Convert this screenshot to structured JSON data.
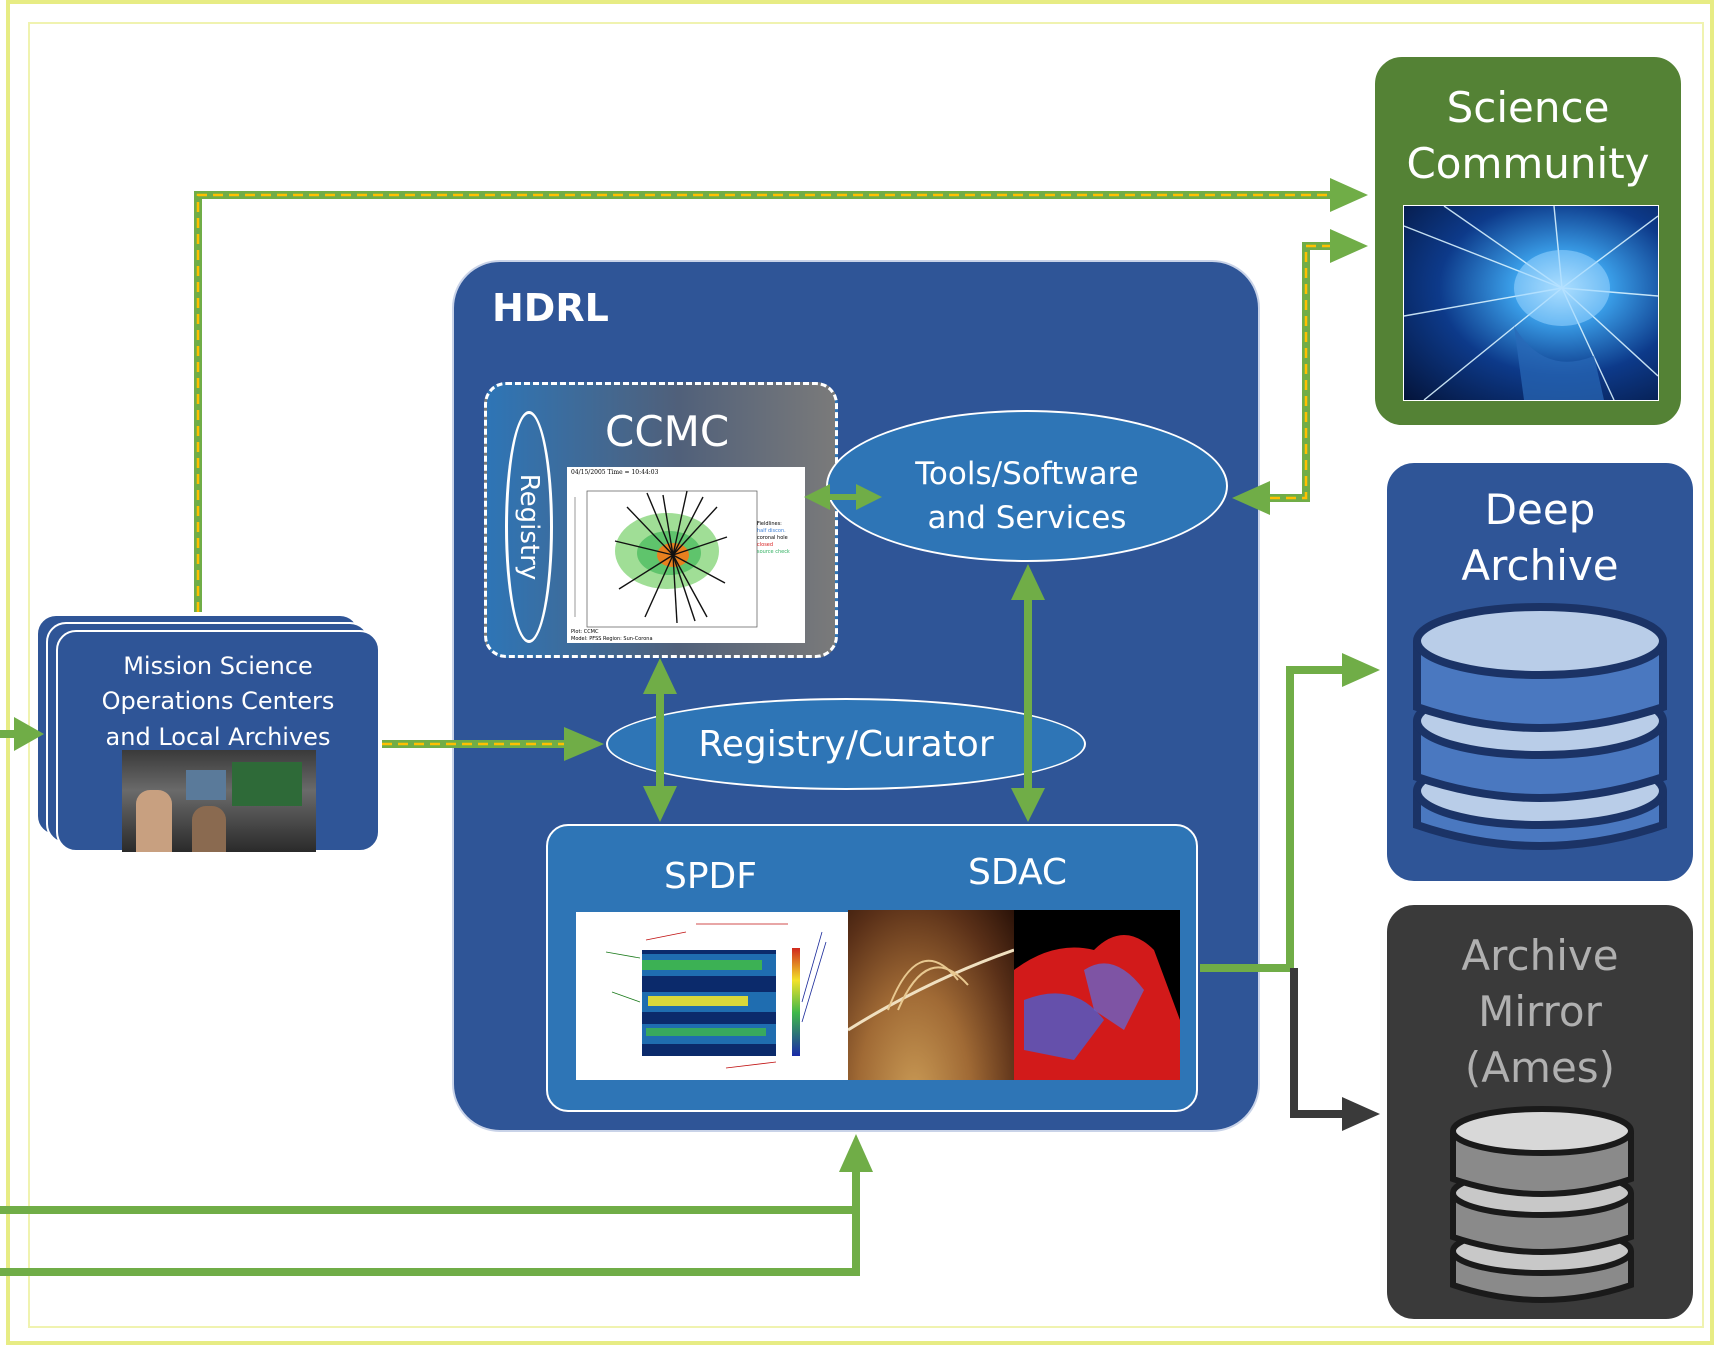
{
  "title": "",
  "hdrl": {
    "label": "HDRL"
  },
  "ccmc": {
    "title": "CCMC",
    "registry_label": "Registry",
    "plot_header": "04/15/2005 Time = 10:44:03",
    "plot_footer_1": "Plot: CCMC",
    "plot_footer_2": "Model: PFSS   Region: Sun-Corona",
    "legend_title": "Fieldlines:",
    "legend_items": [
      "half discon.",
      "coronal hole",
      "closed",
      "source check"
    ]
  },
  "tools": {
    "line1": "Tools/Software",
    "line2": "and Services"
  },
  "registry_curator": {
    "label": "Registry/Curator"
  },
  "spdf": {
    "label": "SPDF"
  },
  "sdac": {
    "label": "SDAC"
  },
  "mission": {
    "line1": "Mission Science",
    "line2": "Operations Centers",
    "line3": "and Local Archives"
  },
  "science_community": {
    "line1": "Science",
    "line2": "Community"
  },
  "deep_archive": {
    "line1": "Deep",
    "line2": "Archive"
  },
  "archive_mirror": {
    "line1": "Archive",
    "line2": "Mirror",
    "line3": "(Ames)"
  },
  "colors": {
    "hdrl_bg": "#2f5597",
    "inner_bg": "#2e75b6",
    "green_arrow": "#70ad47",
    "dash_yellow": "#ffc000",
    "science_bg": "#548235",
    "mirror_bg": "#3a3a3a",
    "frame": "#e7ec84"
  }
}
